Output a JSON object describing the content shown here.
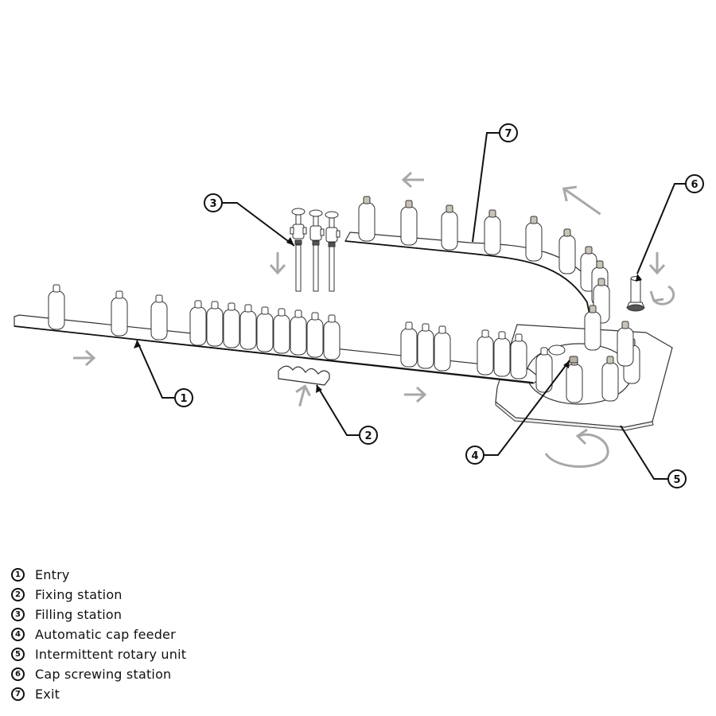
{
  "callouts": [
    {
      "number": "1",
      "label": "Entry"
    },
    {
      "number": "2",
      "label": "Fixing station"
    },
    {
      "number": "3",
      "label": "Filling station"
    },
    {
      "number": "4",
      "label": "Automatic cap feeder"
    },
    {
      "number": "5",
      "label": "Intermittent rotary unit"
    },
    {
      "number": "6",
      "label": "Cap screwing station"
    },
    {
      "number": "7",
      "label": "Exit"
    }
  ]
}
